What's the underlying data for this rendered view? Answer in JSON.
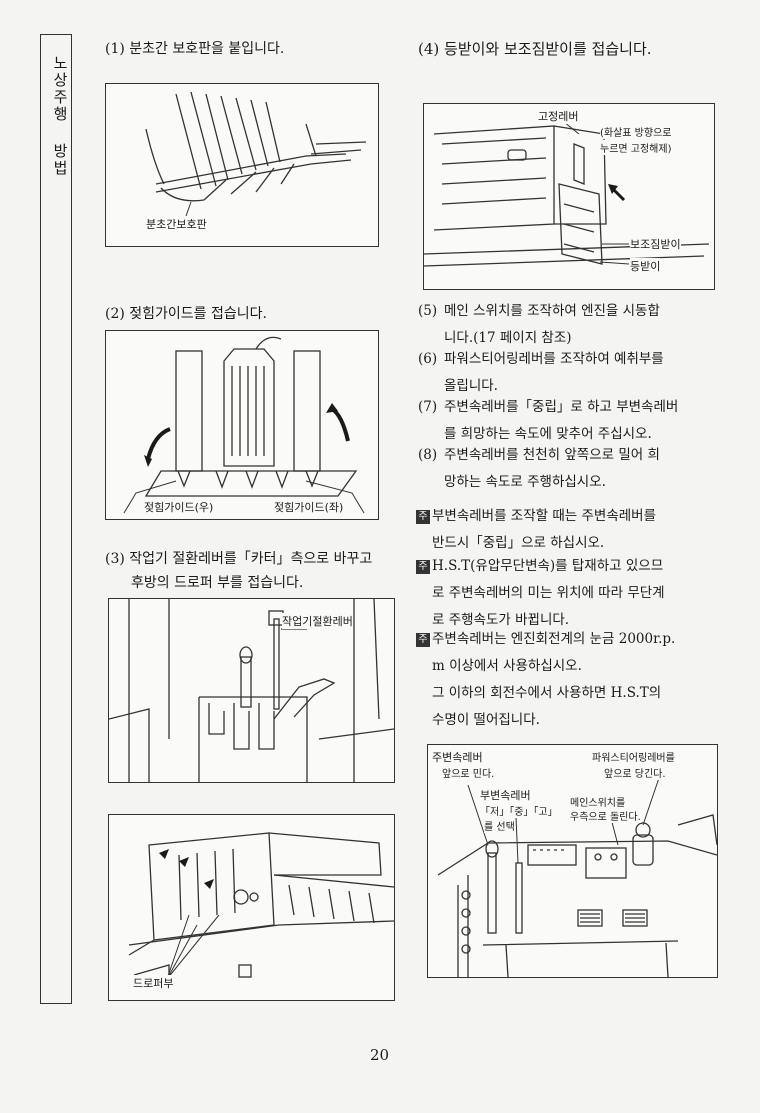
{
  "side_tab": "노상주행 방법",
  "page_number": "20",
  "steps": {
    "s1": "(1) 분초간 보호판을 붙입니다.",
    "s2": "(2) 젖힘가이드를 접습니다.",
    "s3_l1": "(3) 작업기 절환레버를「카터」측으로 바꾸고",
    "s3_l2": "후방의 드로퍼 부를 접습니다.",
    "s4": "(4) 등받이와 보조짐받이를 접습니다."
  },
  "figures": {
    "fig1": {
      "callout": "분초간보호판"
    },
    "fig2": {
      "callout_right": "젖힘가이드(우)",
      "callout_left": "젖힘가이드(좌)"
    },
    "fig3": {
      "callout": "작업기절환레버"
    },
    "fig4": {
      "callout": "드로퍼부"
    },
    "fig5": {
      "lever": "고정레버",
      "lever_note_l1": "(화살표 방향으로",
      "lever_note_l2": "누르면 고정해제)",
      "aux": "보조짐받이",
      "back": "등받이"
    },
    "fig6": {
      "main_l1": "주변속레버",
      "main_l2": "앞으로 민다.",
      "sub_l1": "부변속레버",
      "sub_l2": "「저」「중」「고」",
      "sub_l3": "를 선택",
      "switch_l1": "메인스위치를",
      "switch_l2": "우측으로 돌린다.",
      "power_l1": "파워스티어링레버를",
      "power_l2": "앞으로 당긴다."
    }
  },
  "right_text": {
    "p5_num": "(5)",
    "p5_l1": "메인 스위치를 조작하여 엔진을 시동합",
    "p5_l2": "니다.(17 페이지 참조)",
    "p6_num": "(6)",
    "p6_l1": "파워스티어링레버를 조작하여 예취부를",
    "p6_l2": "올립니다.",
    "p7_num": "(7)",
    "p7_l1": "주변속레버를「중립」로 하고 부변속레버",
    "p7_l2": "를 희망하는 속도에 맞추어 주십시오.",
    "p8_num": "(8)",
    "p8_l1": "주변속레버를 천천히 앞쪽으로 밀어 희",
    "p8_l2": "망하는 속도로 주행하십시오.",
    "note_icon": "주",
    "n1_l1": "부변속레버를 조작할 때는 주변속레버를",
    "n1_l2": "반드시「중립」으로 하십시오.",
    "n2_l1": "H.S.T(유압무단변속)를 탑재하고 있으므",
    "n2_l2": "로 주변속레버의 미는 위치에 따라 무단계",
    "n2_l3": "로 주행속도가 바뀝니다.",
    "n3_l1": "주변속레버는 엔진회전계의 눈금 2000r.p.",
    "n3_l2": "m 이상에서 사용하십시오.",
    "n3_l3": "그 이하의 회전수에서 사용하면 H.S.T의",
    "n3_l4": "수명이 떨어집니다."
  }
}
